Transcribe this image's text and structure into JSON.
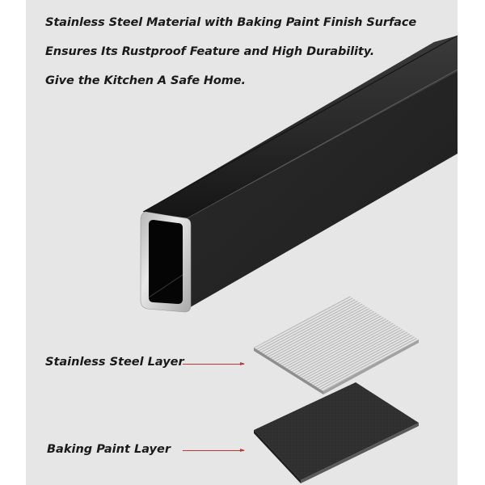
{
  "headlines": [
    "Stainless Steel Material with Baking Paint Finish Surface",
    "Ensures Its Rustproof Feature and High Durability.",
    "Give the Kitchen A Safe Home."
  ],
  "layers": [
    {
      "label": "Stainless Steel Layer",
      "arrow_color": "#c0392b",
      "swatch_color": "#c8c8c8"
    },
    {
      "label": "Baking Paint Layer",
      "arrow_color": "#c0392b",
      "swatch_color": "#2e2e2e"
    }
  ],
  "colors": {
    "background": "#e6e6e6",
    "tube": "#1c1c1c",
    "text": "#1a1a1a",
    "accent_arrow": "#c0392b"
  },
  "product": {
    "name": "rectangular-steel-tube",
    "finish": "black baking paint"
  }
}
